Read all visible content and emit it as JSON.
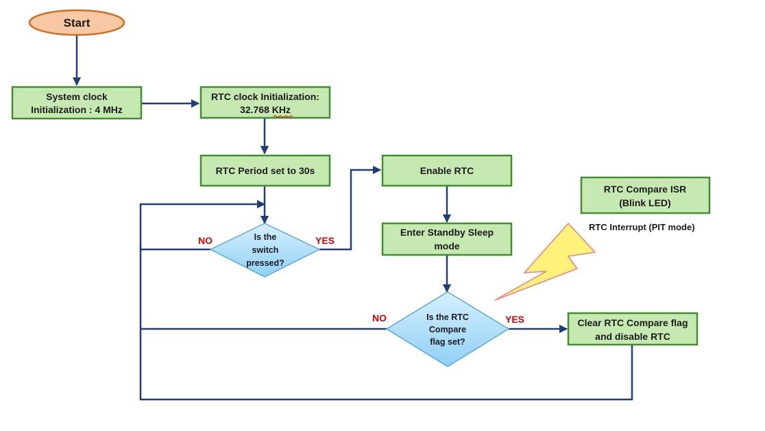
{
  "start": {
    "label": "Start"
  },
  "nodes": {
    "sys_clock": {
      "line1": "System clock",
      "line2": "Initialization : 4 MHz"
    },
    "rtc_clock": {
      "line1": "RTC clock Initialization:",
      "line2": "32.768 KHz"
    },
    "rtc_period": {
      "line1": "RTC Period set to 30s"
    },
    "enable_rtc": {
      "line1": "Enable  RTC"
    },
    "standby": {
      "line1": "Enter Standby Sleep",
      "line2": "mode"
    },
    "clear_flag": {
      "line1": "Clear  RTC Compare flag",
      "line2": "and disable RTC"
    },
    "isr": {
      "line1": "RTC Compare ISR",
      "line2": "(Blink LED)"
    }
  },
  "decisions": {
    "switch": {
      "line1": "Is the",
      "line2": "switch",
      "line3": "pressed?",
      "yes": "YES",
      "no": "NO"
    },
    "compare": {
      "line1": "Is the RTC",
      "line2": "Compare",
      "line3": "flag set?",
      "yes": "YES",
      "no": "NO"
    }
  },
  "interrupt_label": "RTC Interrupt (PIT mode)",
  "colors": {
    "process_fill": "#c6e9b1",
    "process_stroke": "#3f8f2c",
    "start_fill": "#f8c8a4",
    "start_stroke": "#d96a1a",
    "decision_fill": "#a9dcf7",
    "decision_stroke": "#5aa8d8",
    "connector": "#1f3d7a",
    "yes_no": "#e00000",
    "lightning_fill": "#fff27a",
    "lightning_stroke": "#f08080"
  }
}
